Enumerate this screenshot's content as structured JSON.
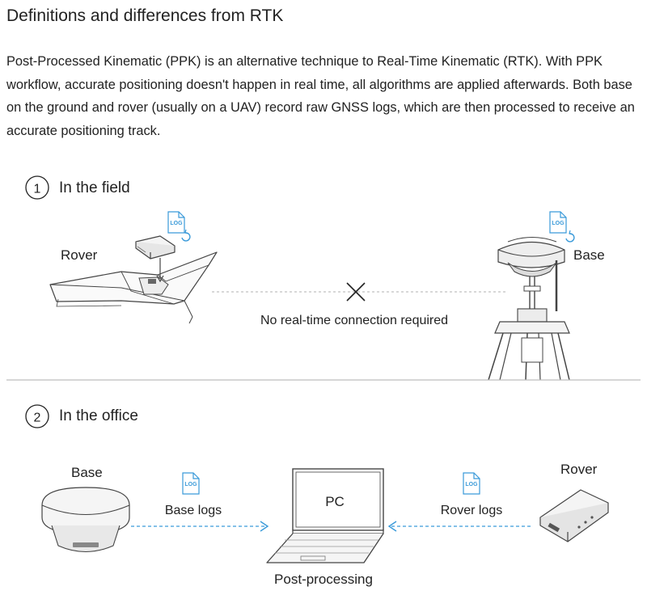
{
  "page": {
    "title": "Definitions and differences from RTK",
    "intro": "Post-Processed Kinematic (PPK) is an alternative technique to Real-Time Kinematic (RTK). With PPK workflow, accurate positioning doesn't happen in real time, all algorithms are applied afterwards. Both base on the ground and rover (usually on a UAV) record raw GNSS logs, which are then processed to receive an accurate positioning track."
  },
  "field": {
    "step_number": "1",
    "step_label": "In the field",
    "rover_label": "Rover",
    "base_label": "Base",
    "connection_label": "No real-time connection required",
    "log_badge": "LOG"
  },
  "office": {
    "step_number": "2",
    "step_label": "In the office",
    "base_label": "Base",
    "rover_label": "Rover",
    "pc_label": "PC",
    "base_logs_label": "Base logs",
    "rover_logs_label": "Rover logs",
    "processing_label": "Post-processing",
    "log_badge": "LOG"
  },
  "colors": {
    "accent": "#3a9ad9",
    "text": "#222222",
    "divider": "#bdbdbd",
    "line_art": "#444444"
  },
  "icons": [
    "log-file-icon",
    "sync-icon",
    "no-connection-x-icon",
    "arrow-right-icon",
    "arrow-left-icon"
  ]
}
